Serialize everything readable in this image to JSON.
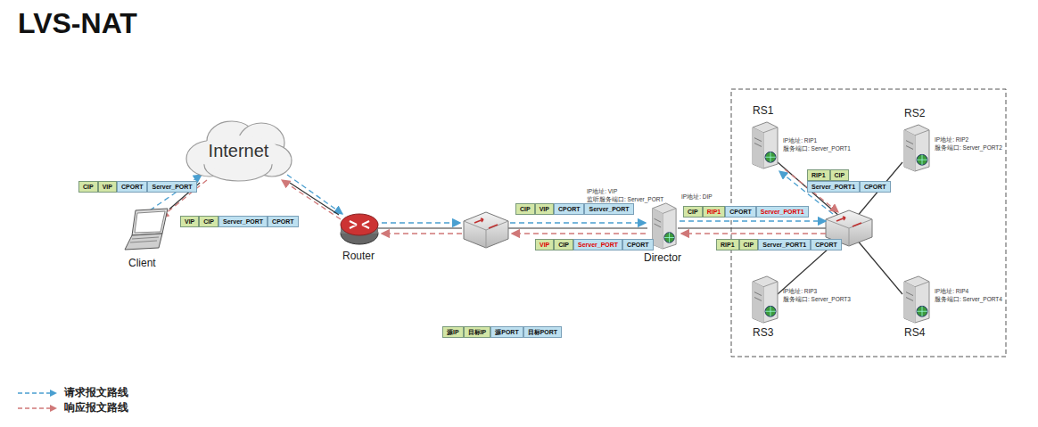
{
  "diagram": {
    "title": "LVS-NAT",
    "nodes": [
      {
        "text": [
          "Internet"
        ]
      },
      {
        "text": [
          "Client"
        ]
      },
      {
        "text": [
          "Router"
        ]
      },
      {
        "text": [
          "Director",
          "IP地址: VIP",
          "监听服务端口: Server_PORT",
          "IP地址: DIP"
        ]
      },
      {
        "text": [
          "RS1",
          "IP地址: RIP1",
          "服务端口: Server_PORT1"
        ]
      },
      {
        "text": [
          "RS2",
          "IP地址: RIP2",
          "服务端口: Server_PORT2"
        ]
      },
      {
        "text": [
          "RS3",
          "IP地址: RIP3",
          "服务端口: Server_PORT3"
        ]
      },
      {
        "text": [
          "RS4",
          "IP地址: RIP4",
          "服务端口: Server_PORT4"
        ]
      }
    ],
    "edges": [
      {
        "from": 1,
        "to": 0,
        "arrow": "none"
      },
      {
        "from": 0,
        "to": 2,
        "arrow": "none"
      }
    ],
    "labels": [
      "CIP",
      "VIP",
      "CPORT",
      "Server_PORT",
      "VIP",
      "CIP",
      "Server_PORT",
      "CPORT",
      "CIP",
      "VIP",
      "CPORT",
      "Server_PORT",
      "VIP",
      "CIP",
      "Server_PORT",
      "CPORT",
      "CIP",
      "RIP1",
      "CPORT",
      "Server_PORT1",
      "RIP1",
      "CIP",
      "Server_PORT1",
      "CPORT",
      "RIP1",
      "CIP",
      "Server_PORT1",
      "CPORT",
      "源IP",
      "目标IP",
      "源PORT",
      "目标PORT"
    ],
    "legend": [
      {
        "text": "请求报文路线"
      },
      {
        "text": "响应报文路线"
      }
    ]
  }
}
